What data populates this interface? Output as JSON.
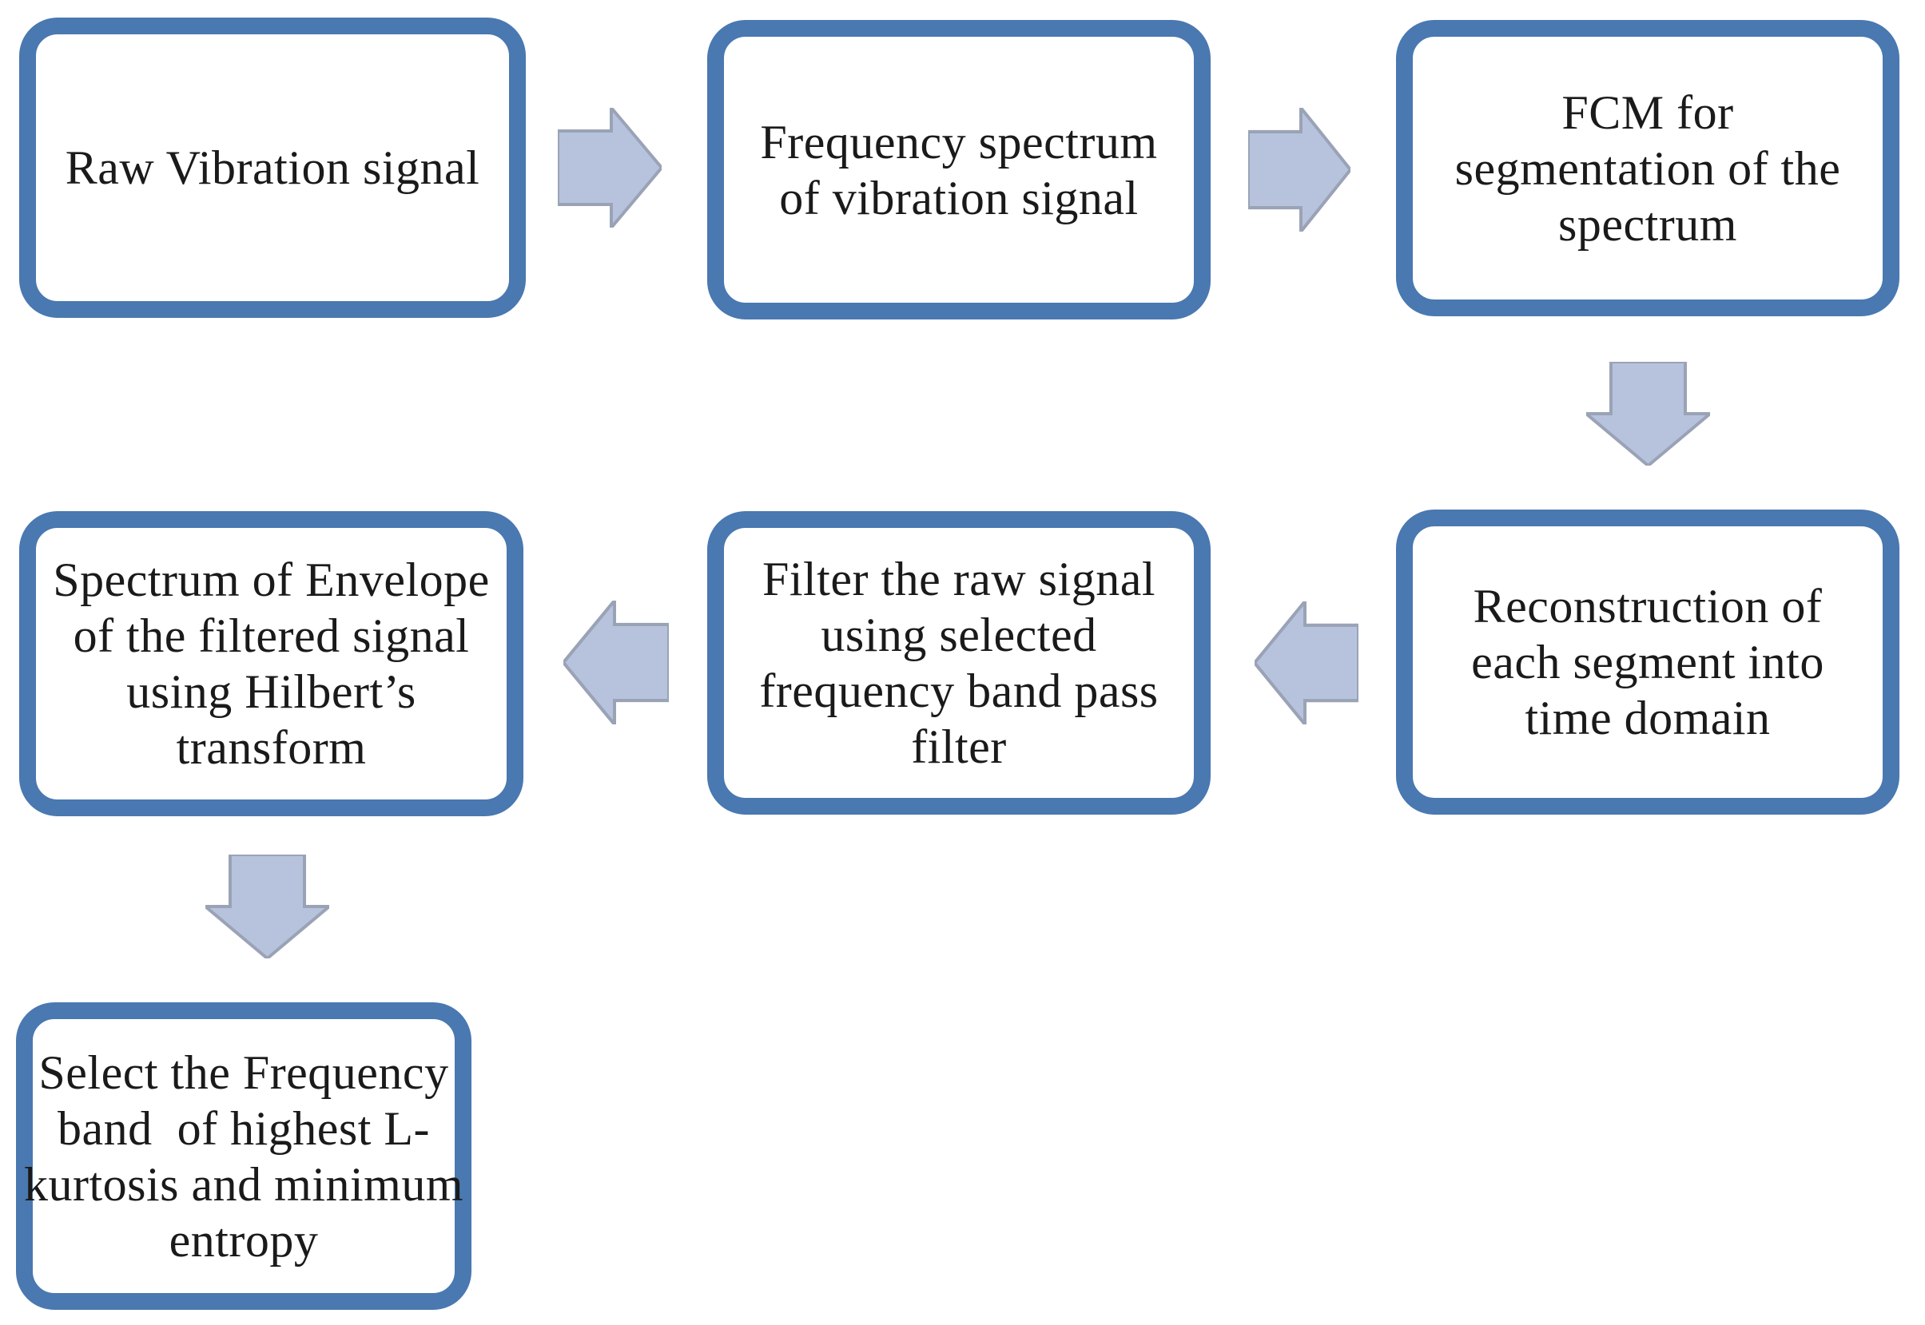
{
  "nodes": [
    {
      "id": "raw-signal",
      "label": "Raw Vibration signal"
    },
    {
      "id": "frequency-spectrum",
      "label": "Frequency spectrum\nof vibration signal"
    },
    {
      "id": "fcm-segmentation",
      "label": "FCM for\nsegmentation of the\nspectrum"
    },
    {
      "id": "reconstruction",
      "label": "Reconstruction of\neach segment into\ntime domain"
    },
    {
      "id": "filter-raw-signal",
      "label": "Filter the raw signal\nusing selected\nfrequency band pass\nfilter"
    },
    {
      "id": "envelope-spectrum",
      "label": "Spectrum of Envelope\nof the filtered signal\nusing Hilbert’s\ntransform"
    },
    {
      "id": "select-band",
      "label": "Select the Frequency\nband  of highest L-\nkurtosis and minimum\nentropy"
    }
  ],
  "arrows": [
    {
      "id": "a1",
      "direction": "right",
      "from": "raw-signal",
      "to": "frequency-spectrum"
    },
    {
      "id": "a2",
      "direction": "right",
      "from": "frequency-spectrum",
      "to": "fcm-segmentation"
    },
    {
      "id": "a3",
      "direction": "down",
      "from": "fcm-segmentation",
      "to": "reconstruction"
    },
    {
      "id": "a4",
      "direction": "left",
      "from": "reconstruction",
      "to": "filter-raw-signal"
    },
    {
      "id": "a5",
      "direction": "left",
      "from": "filter-raw-signal",
      "to": "envelope-spectrum"
    },
    {
      "id": "a6",
      "direction": "down",
      "from": "envelope-spectrum",
      "to": "select-band"
    }
  ],
  "colors": {
    "box_border": "#4a78b0",
    "box_fill": "#ffffff",
    "arrow_fill": "#b7c3dd",
    "arrow_outline": "#9aa3b6",
    "text": "#1a1a1a",
    "background": "#ffffff"
  }
}
